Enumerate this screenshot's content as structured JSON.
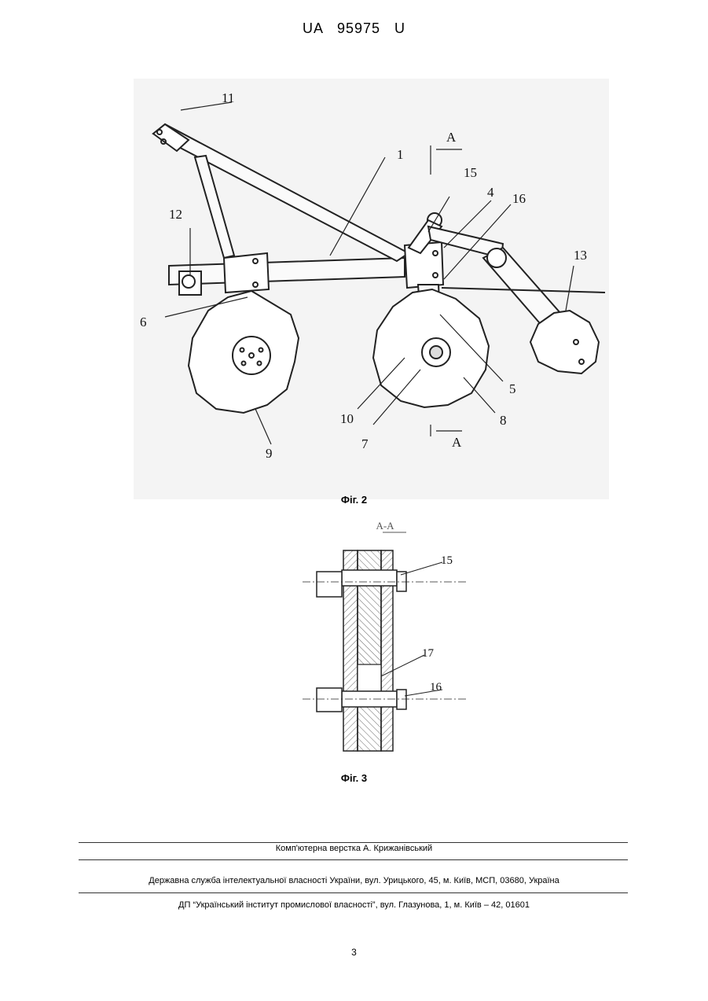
{
  "header": {
    "doc_number": "UA   95975   U"
  },
  "figure2": {
    "caption": "Фіг. 2",
    "labels": [
      "11",
      "1",
      "A",
      "15",
      "4",
      "16",
      "13",
      "12",
      "6",
      "5",
      "8",
      "10",
      "7",
      "9",
      "A"
    ]
  },
  "figure3": {
    "caption": "Фіг. 3",
    "section_title": "A-A",
    "labels": [
      "15",
      "17",
      "16"
    ]
  },
  "footer": {
    "typesetting": "Комп'ютерна верстка А. Крижанівський",
    "agency": "Державна служба інтелектуальної власності України, вул. Урицького, 45, м. Київ, МСП, 03680, Україна",
    "institute": "ДП “Український інститут промислової власності”, вул. Глазунова, 1, м. Київ – 42, 01601"
  },
  "page_number": "3"
}
